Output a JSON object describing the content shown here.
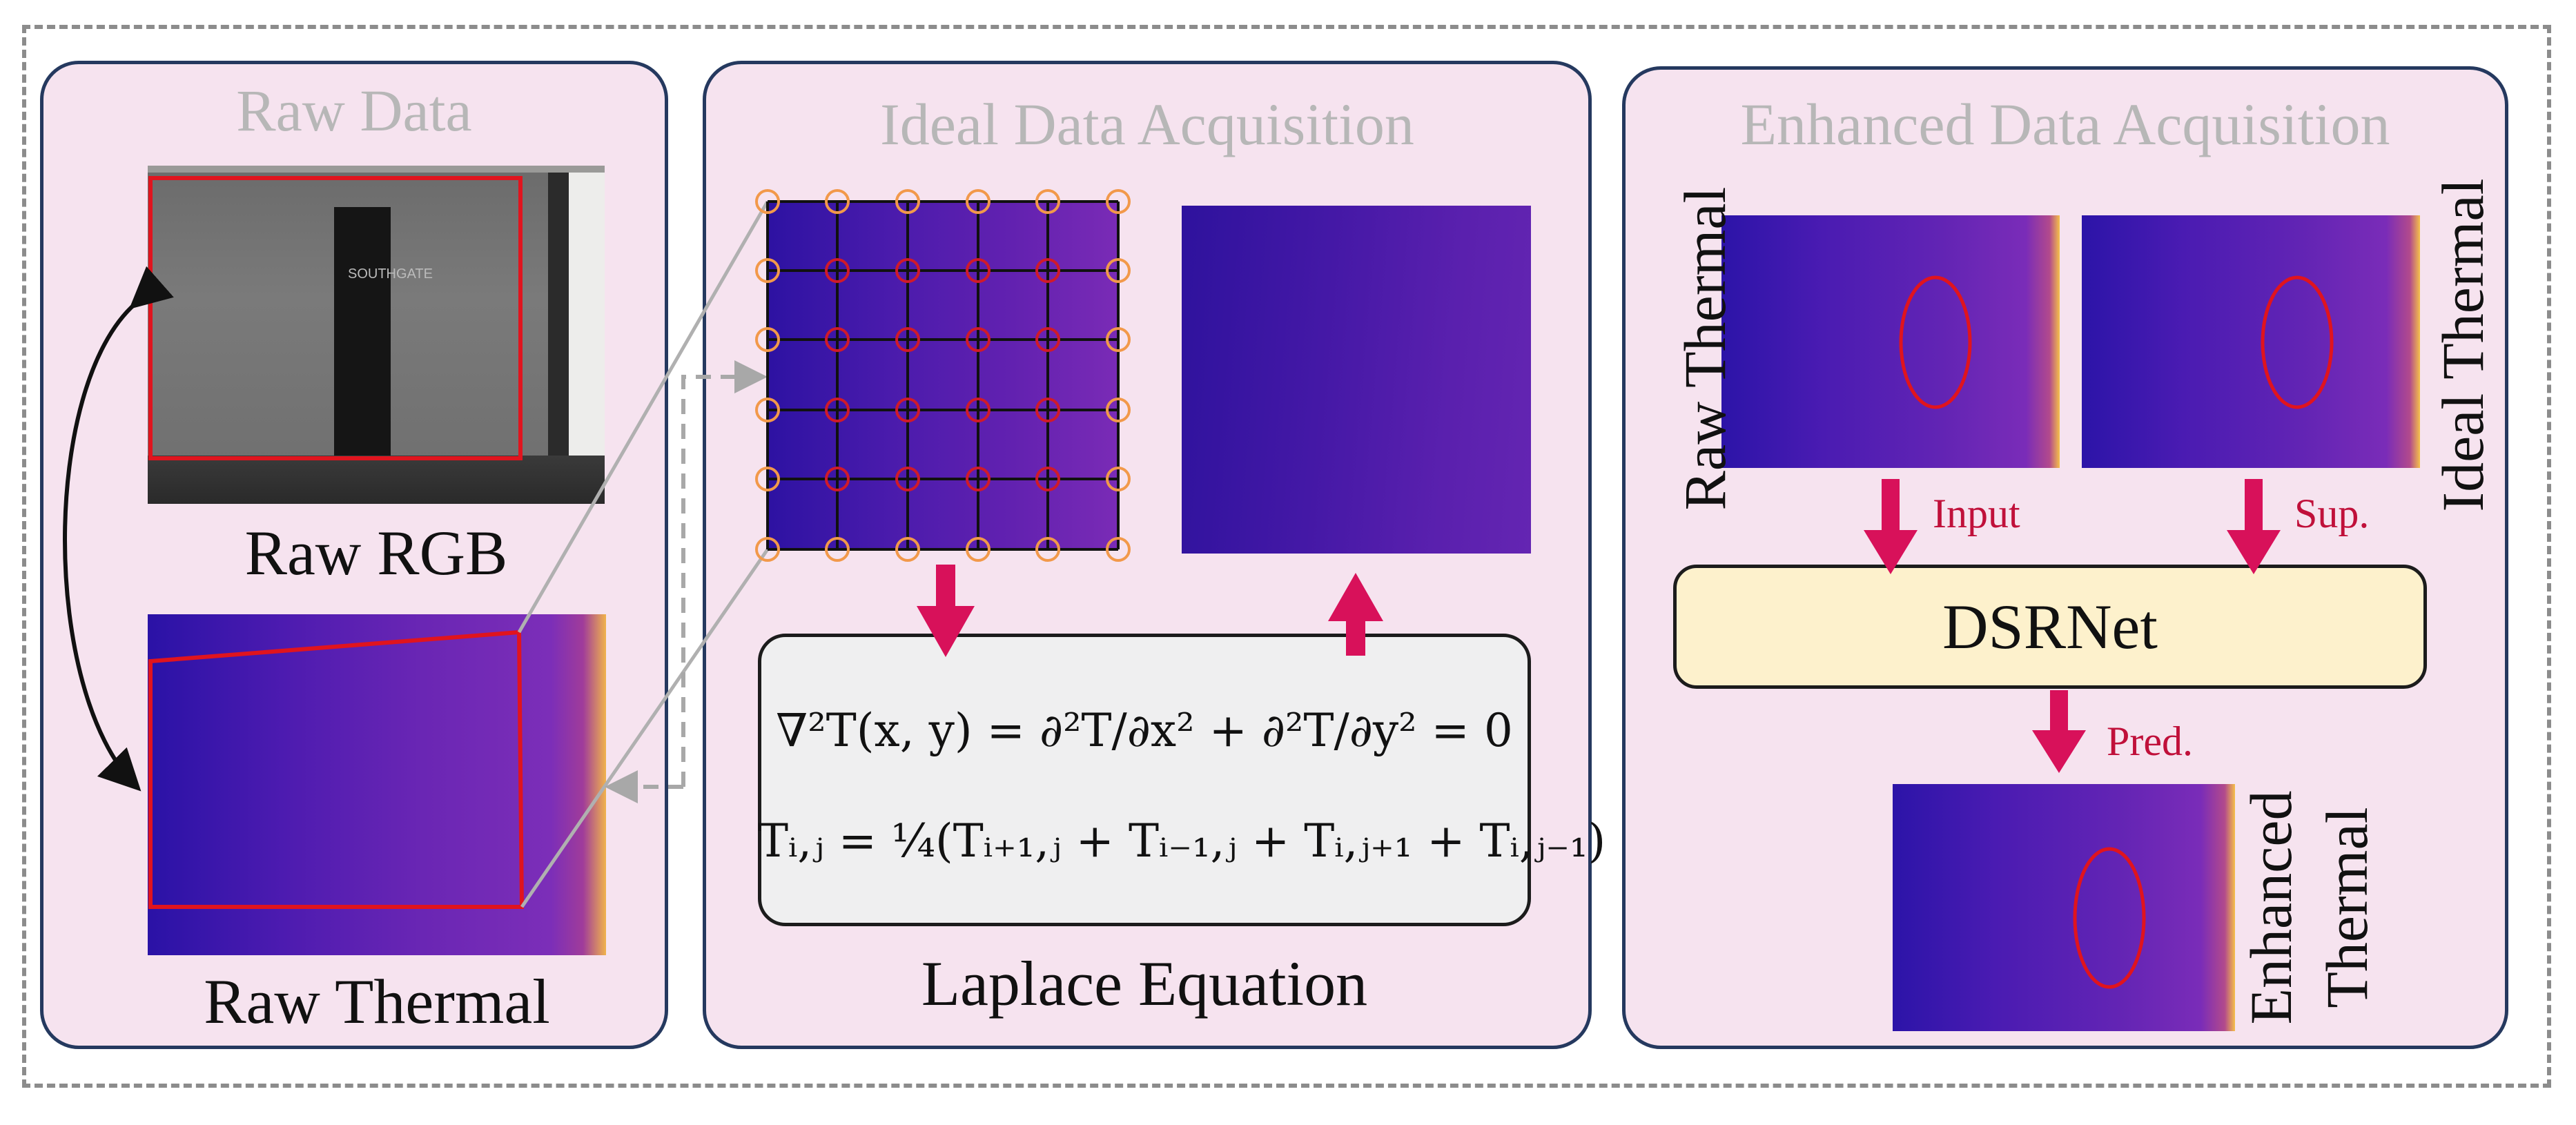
{
  "panels": {
    "raw": {
      "title": "Raw Data",
      "rgb_label": "Raw RGB",
      "thermal_label": "Raw Thermal",
      "sign_text": "SOUTHGATE"
    },
    "ideal": {
      "title": "Ideal Data Acquisition",
      "laplace_label": "Laplace Equation",
      "eq1": "∇²T(x, y) = ∂²T/∂x² + ∂²T/∂y² = 0",
      "eq2": "Tᵢ,ⱼ = ¼(Tᵢ₊₁,ⱼ + Tᵢ₋₁,ⱼ + Tᵢ,ⱼ₊₁ + Tᵢ,ⱼ₋₁)"
    },
    "enhanced": {
      "title": "Enhanced Data Acquisition",
      "raw_thermal": "Raw Thermal",
      "ideal_thermal": "Ideal Thermal",
      "enhanced_thermal_1": "Enhanced",
      "enhanced_thermal_2": "Thermal",
      "input_label": "Input",
      "sup_label": "Sup.",
      "pred_label": "Pred.",
      "network": "DSRNet"
    }
  },
  "colors": {
    "panel_fill": "#f6e3ef",
    "panel_border": "#25395f",
    "accent_arrow": "#d8115a",
    "red_outline": "#e0141e",
    "node_orange": "#f2994a"
  }
}
